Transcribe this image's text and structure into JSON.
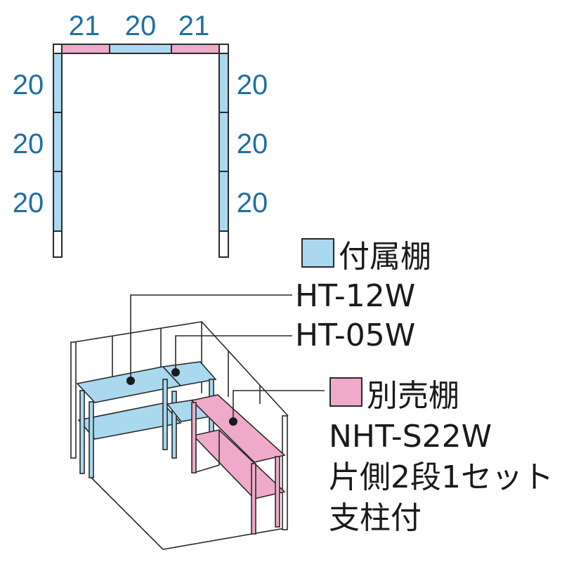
{
  "plan": {
    "top_dims": [
      "21",
      "20",
      "21"
    ],
    "left_dims": [
      "20",
      "20",
      "20"
    ],
    "right_dims": [
      "20",
      "20",
      "20"
    ]
  },
  "legend": {
    "included": {
      "label": "付属棚",
      "color": "#a9d8ef"
    },
    "optional": {
      "label": "別売棚",
      "color": "#eeaac8"
    }
  },
  "callouts": {
    "included_models": [
      "HT-12W",
      "HT-05W"
    ],
    "optional_model": "NHT-S22W",
    "optional_notes": [
      "片側2段1セット",
      "支柱付"
    ]
  },
  "colors": {
    "dimension_text": "#1f6fa6",
    "outline": "#2a2a2a",
    "shelf_blue": "#a9d8ef",
    "shelf_pink": "#eeaac8"
  }
}
